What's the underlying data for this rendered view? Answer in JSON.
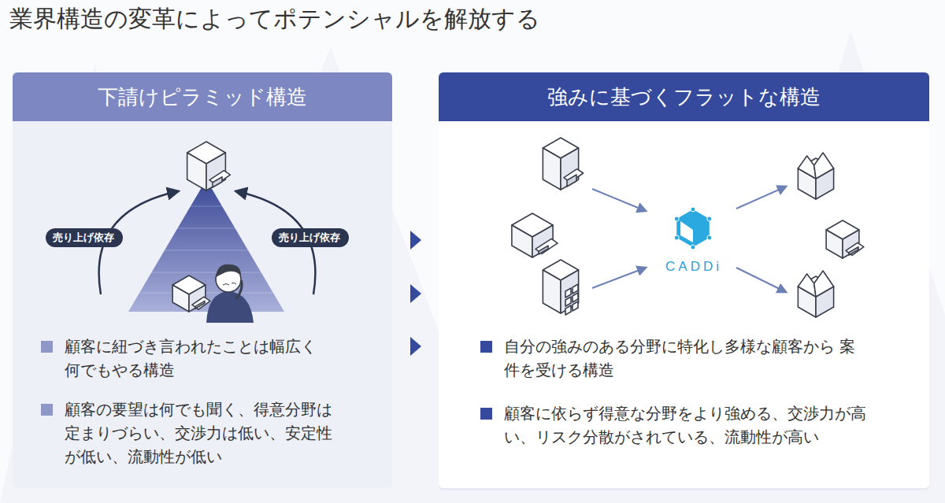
{
  "diagram": {
    "title": "業界構造の変革によってポテンシャルを解放する",
    "nodes": [
      {
        "text": [
          "下請けピラミッド構造",
          "顧客に紐づき言われたことは幅広く 何でもやる構造",
          "顧客の要望は何でも聞く、得意分野は 定まりづらい、交渉力は低い、安定性 が低い、流動性が低い"
        ]
      },
      {
        "text": [
          "売り上げ依存"
        ],
        "in": 0
      },
      {
        "text": [
          "売り上げ依存"
        ],
        "in": 0
      },
      {
        "text": [
          "強みに基づくフラットな構造",
          "自分の強みのある分野に特化し多様な顧客から 案件を受ける構造",
          "顧客に依らず得意な分野をより強める、交渉力が高 い、リスク分散がされている、流動性が高い"
        ]
      }
    ],
    "labels": [
      "CADDi"
    ]
  }
}
